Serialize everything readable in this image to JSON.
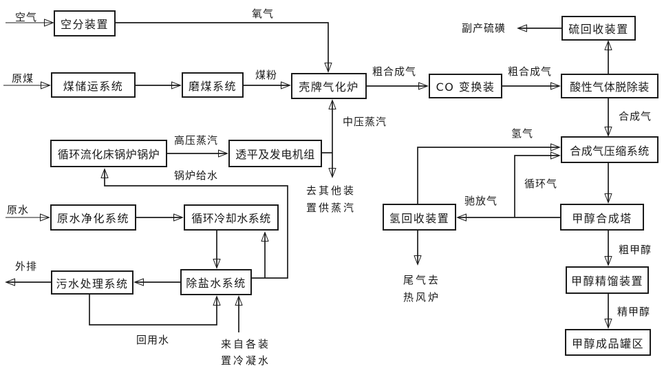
{
  "diagram": {
    "type": "process-flow",
    "colors": {
      "line": "#1a1a1a",
      "background": "#ffffff",
      "box_fill": "#ffffff"
    },
    "nodes": {
      "air_separation": "空分装置",
      "coal_storage": "煤储运系统",
      "coal_mill": "磨煤系统",
      "shell_gasifier": "壳牌气化炉",
      "co_shift": "CO 变换装",
      "acid_gas_removal": "酸性气体脱除装",
      "sulfur_recovery": "硫回收装置",
      "cfb_boiler": "循环流化床锅炉锅炉",
      "turbine_generator": "透平及发电机组",
      "raw_water_purification": "原水净化系统",
      "circulating_cooling_water": "循环冷却水系统",
      "sewage_treatment": "污水处理系统",
      "demineralized_water": "除盐水系统",
      "syngas_compression": "合成气压缩系统",
      "hydrogen_recovery": "氢回收装置",
      "methanol_synthesis": "甲醇合成塔",
      "methanol_distillation": "甲醇精馏装置",
      "methanol_tank_farm": "甲醇成品罐区"
    },
    "streams": {
      "air": "空气",
      "oxygen": "氧气",
      "raw_coal": "原煤",
      "coal_powder": "煤粉",
      "crude_syngas_1": "粗合成气",
      "crude_syngas_2": "粗合成气",
      "byproduct_sulfur": "副产硫磺",
      "syngas": "合成气",
      "mp_steam": "中压蒸汽",
      "hp_steam": "高压蒸汽",
      "boiler_feed_water": "锅炉给水",
      "steam_to_other_units": "去其他装\n置供蒸汽",
      "hydrogen": "氢气",
      "recycle_gas": "循环气",
      "purge_gas": "驰放气",
      "raw_water": "原水",
      "discharge": "外排",
      "reuse_water": "回用水",
      "condensate_from_units": "来自各装\n置冷凝水",
      "tail_gas": "尾气去\n热风炉",
      "crude_methanol": "粗甲醇",
      "refined_methanol": "精甲醇"
    }
  }
}
